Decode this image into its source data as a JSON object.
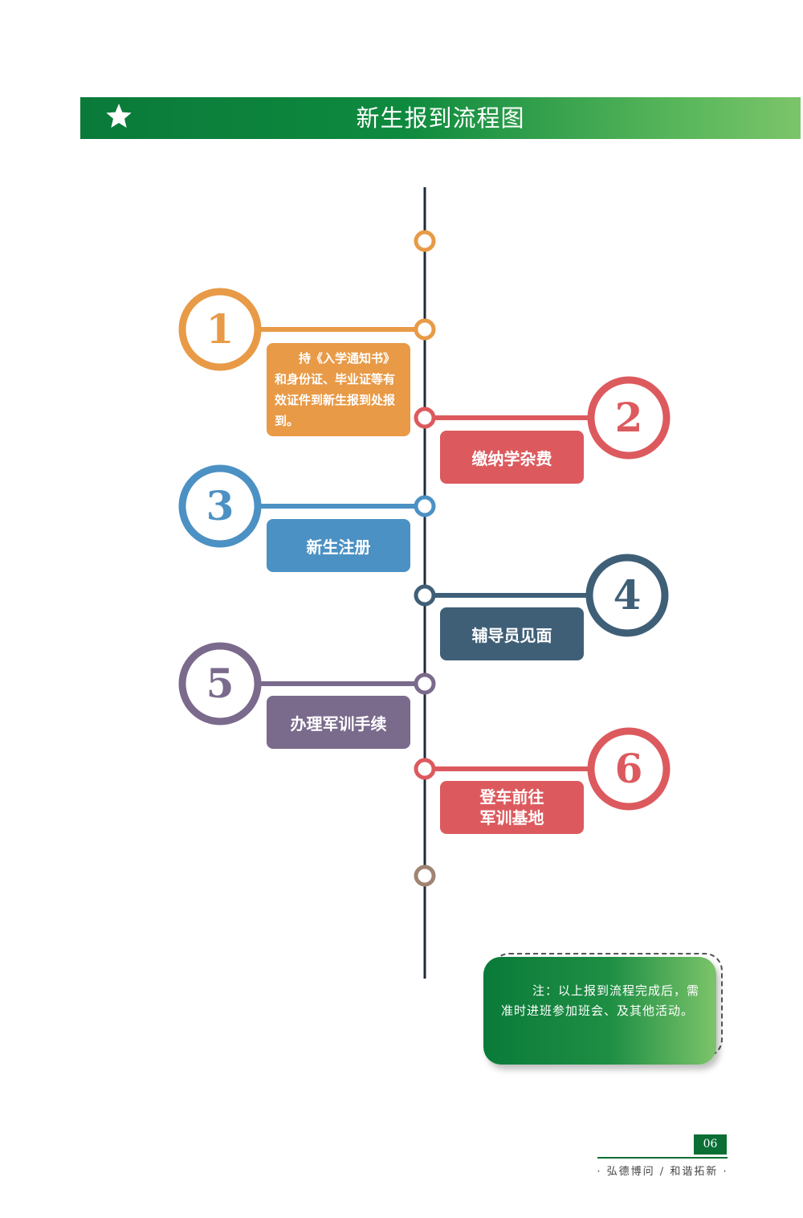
{
  "header": {
    "title": "新生报到流程图",
    "icon": "star-icon",
    "gradient": [
      "#0a7a3a",
      "#7cc46a"
    ]
  },
  "steps": [
    {
      "number": "1",
      "text": "持《入学通知书》和身份证、毕业证等有效证件到新生报到处报到。",
      "color": "#e89a47"
    },
    {
      "number": "2",
      "text": "缴纳学杂费",
      "color": "#dc5a5e"
    },
    {
      "number": "3",
      "text": "新生注册",
      "color": "#4c91c4"
    },
    {
      "number": "4",
      "text": "辅导员见面",
      "color": "#3f5f77"
    },
    {
      "number": "5",
      "text": "办理军训手续",
      "color": "#7a6a8c"
    },
    {
      "number": "6",
      "text": "登车前往\n军训基地",
      "color": "#dc5a5e"
    }
  ],
  "timeline": {
    "line_color": "#1c2b3a",
    "top_dot_color": "#e89a47",
    "bottom_dot_color": "#a08472"
  },
  "note": {
    "text": "注：以上报到流程完成后，需准时进班参加班会、及其他活动。"
  },
  "footer": {
    "page_number": "06",
    "slogan": "· 弘德博问 / 和谐拓新 ·"
  }
}
